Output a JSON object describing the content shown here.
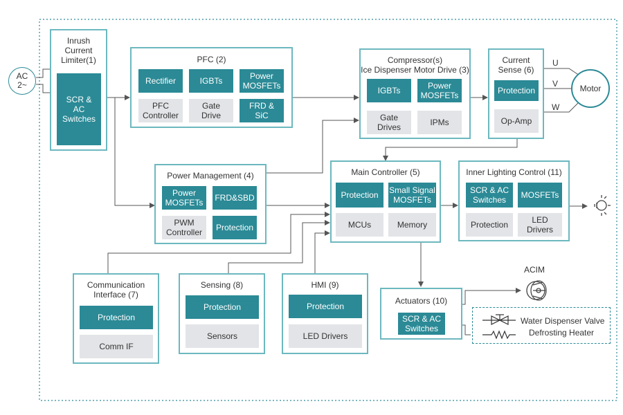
{
  "colors": {
    "accent": "#2b8a96",
    "cell_gray": "#e2e4e7",
    "border": "#6cb8bf"
  },
  "ac_source": {
    "label": "AC\n2~"
  },
  "inrush": {
    "title": "Inrush\nCurrent\nLimiter(1)",
    "cells": [
      "SCR &\nAC\nSwitches"
    ]
  },
  "pfc": {
    "title": "PFC (2)",
    "cells": [
      "Rectifier",
      "IGBTs",
      "Power\nMOSFETs",
      "PFC\nController",
      "Gate\nDrive",
      "FRD &\nSiC"
    ]
  },
  "compressor": {
    "title": "Compressor(s)\nIce Dispenser Motor Drive (3)",
    "cells": [
      "IGBTs",
      "Power\nMOSFETs",
      "Gate\nDrives",
      "IPMs"
    ]
  },
  "current_sense": {
    "title": "Current\nSense (6)",
    "cells": [
      "Protection",
      "Op-Amp"
    ]
  },
  "motor": {
    "label": "Motor",
    "phases": [
      "U",
      "V",
      "W"
    ]
  },
  "power_mgmt": {
    "title": "Power Management (4)",
    "cells": [
      "Power\nMOSFETs",
      "FRD&SBD",
      "PWM\nController",
      "Protection"
    ]
  },
  "main_ctrl": {
    "title": "Main Controller (5)",
    "cells": [
      "Protection",
      "Small Signal\nMOSFETs",
      "MCUs",
      "Memory"
    ]
  },
  "inner_light": {
    "title": "Inner Lighting Control (11)",
    "cells": [
      "SCR & AC\nSwitches",
      "MOSFETs",
      "Protection",
      "LED\nDrivers"
    ]
  },
  "comm": {
    "title": "Communication\nInterface (7)",
    "cells": [
      "Protection",
      "Comm IF"
    ]
  },
  "sensing": {
    "title": "Sensing (8)",
    "cells": [
      "Protection",
      "Sensors"
    ]
  },
  "hmi": {
    "title": "HMI (9)",
    "cells": [
      "Protection",
      "LED Drivers"
    ]
  },
  "actuators": {
    "title": "Actuators (10)",
    "cells": [
      "SCR & AC\nSwitches"
    ]
  },
  "loads": {
    "acim": "ACIM",
    "valve": "Water Dispenser Valve",
    "heater": "Defrosting Heater"
  },
  "icons": [
    "lightbulb-icon",
    "fan-motor-icon",
    "valve-symbol-icon",
    "resistor-symbol-icon"
  ]
}
